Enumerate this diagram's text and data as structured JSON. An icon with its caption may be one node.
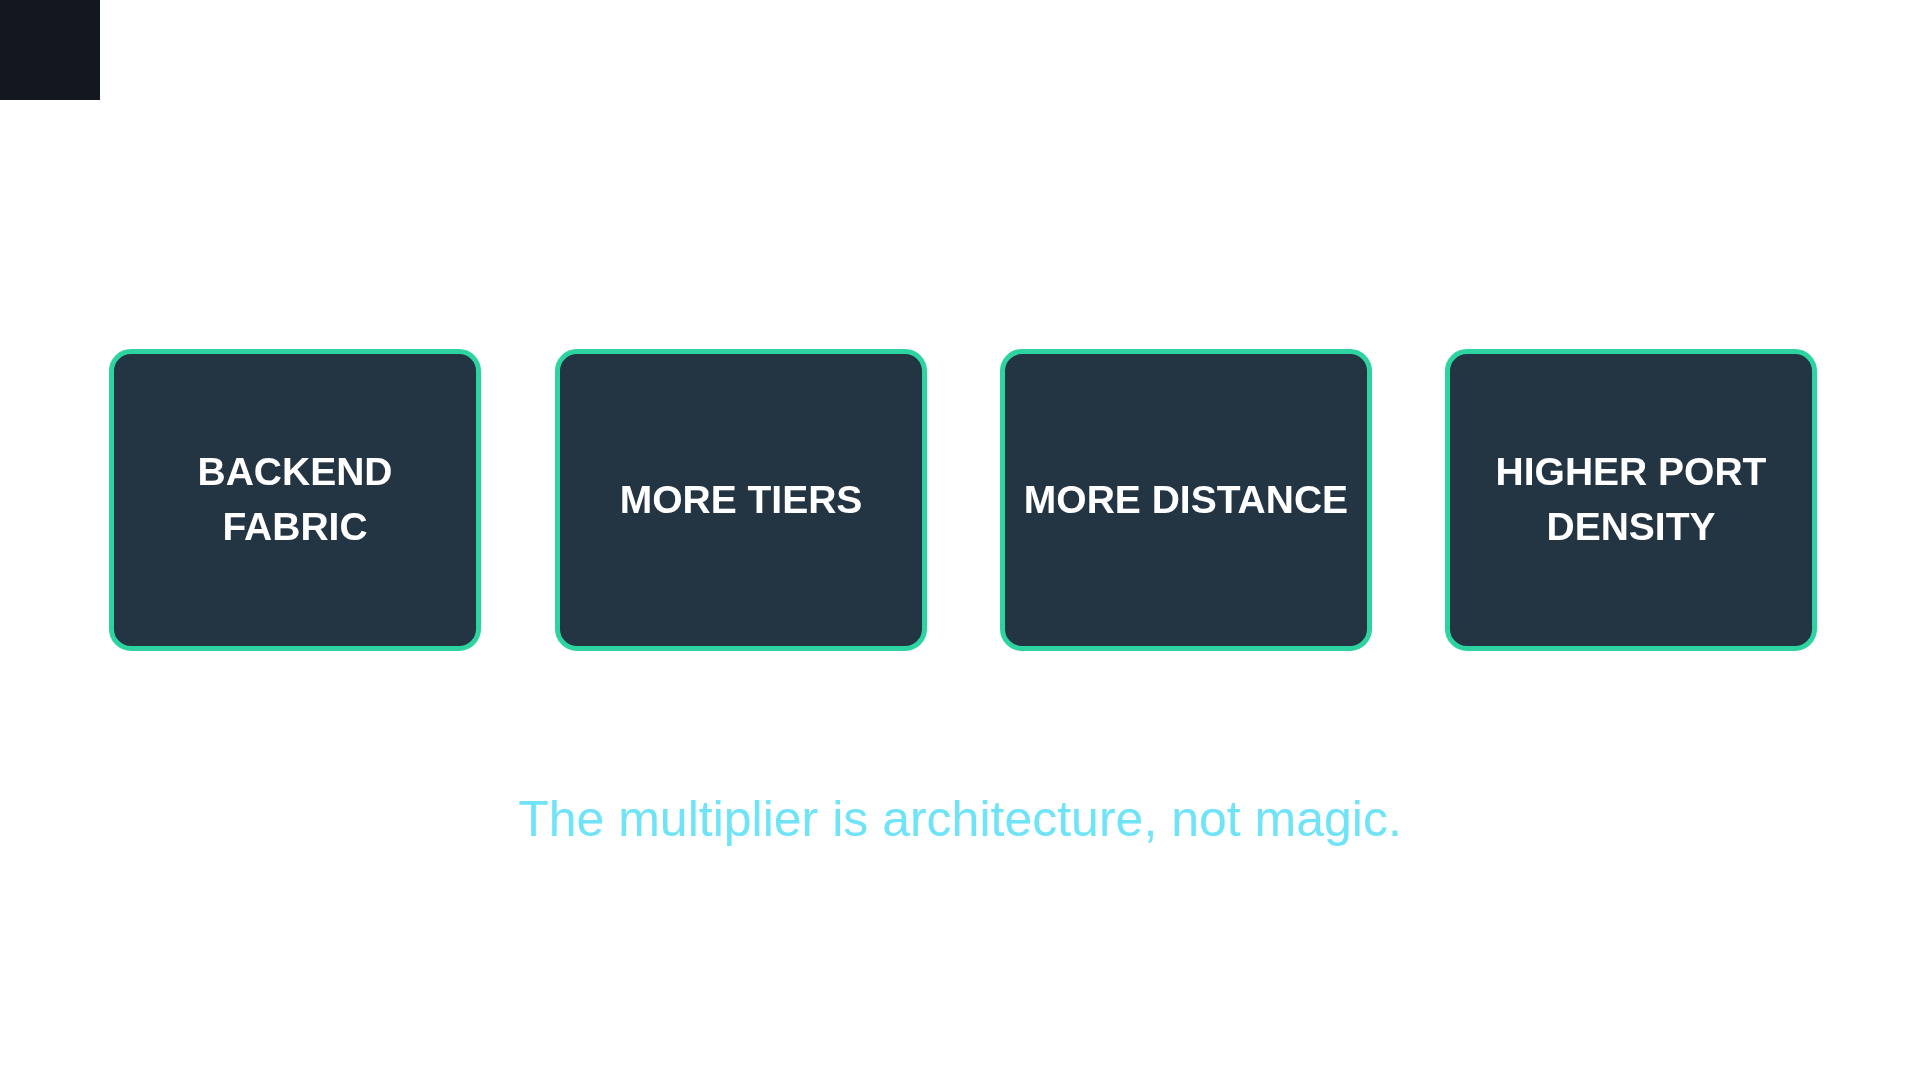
{
  "diagram": {
    "caption": "The multiplier is architecture, not magic.",
    "nodes": [
      {
        "text": [
          "BACKEND FABRIC"
        ]
      },
      {
        "text": [
          "MORE TIERS"
        ]
      },
      {
        "text": [
          "MORE DISTANCE"
        ]
      },
      {
        "text": [
          "HIGHER PORT DENSITY"
        ]
      }
    ]
  }
}
